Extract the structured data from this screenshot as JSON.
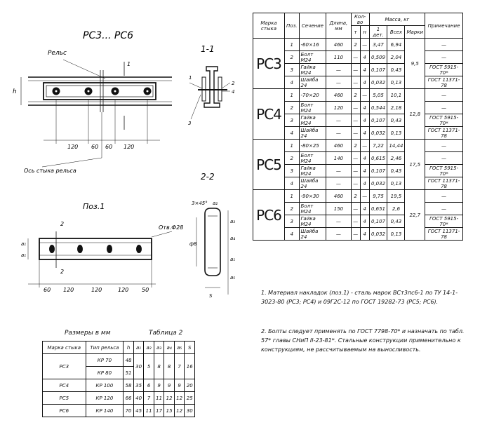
{
  "drawing": {
    "title": "РС3... РС6",
    "rail_label": "Рельс",
    "axis_label": "Ось стыка рельса",
    "dim_h": "h",
    "dim_120a": "120",
    "dim_120b": "120",
    "dim_60a": "60",
    "dim_60b": "60",
    "section_mark": "1",
    "section_11": "1-1",
    "section_22": "2-2",
    "pos1_title": "Поз.1",
    "hole_label": "Отв.Ф28",
    "pos_dims": [
      "60",
      "120",
      "120",
      "120",
      "50"
    ],
    "pos_a1": "a₁",
    "pos_a1b": "a₁",
    "mark2": "2",
    "chamfer": "3×45°",
    "s22_labels": [
      "a₂",
      "a₃",
      "a₄",
      "a₅",
      "a₁",
      "S",
      "ф8"
    ],
    "callouts": [
      "1",
      "2",
      "3",
      "4"
    ]
  },
  "spec_table": {
    "headers": {
      "mark": "Марка стыка",
      "pos": "Поз.",
      "section": "Сечение",
      "length": "Длина, мм",
      "qty": "Кол-во",
      "t": "т",
      "n": "н",
      "mass": "Масса, кг",
      "one": "1 дет.",
      "all": "Всех",
      "marks": "Марки",
      "note": "Примечание"
    },
    "groups": [
      {
        "mark": "РС3",
        "total": "9,5",
        "rows": [
          {
            "pos": "1",
            "section": "-60×16",
            "len": "460",
            "t": "2",
            "n": "—",
            "one": "3,47",
            "all": "6,94",
            "note": "—"
          },
          {
            "pos": "2",
            "section": "Болт М24",
            "len": "110",
            "t": "—",
            "n": "4",
            "one": "0,509",
            "all": "2,04",
            "note": "—"
          },
          {
            "pos": "3",
            "section": "Гайка М24",
            "len": "—",
            "t": "—",
            "n": "4",
            "one": "0,107",
            "all": "0,43",
            "note": "ГОСТ 5915-70*"
          },
          {
            "pos": "4",
            "section": "Шайба 24",
            "len": "—",
            "t": "—",
            "n": "4",
            "one": "0,032",
            "all": "0,13",
            "note": "ГОСТ 11371-78"
          }
        ]
      },
      {
        "mark": "РС4",
        "total": "12,8",
        "rows": [
          {
            "pos": "1",
            "section": "-70×20",
            "len": "460",
            "t": "2",
            "n": "—",
            "one": "5,05",
            "all": "10,1",
            "note": "—"
          },
          {
            "pos": "2",
            "section": "Болт М24",
            "len": "120",
            "t": "—",
            "n": "4",
            "one": "0,544",
            "all": "2,18",
            "note": "—"
          },
          {
            "pos": "3",
            "section": "Гайка М24",
            "len": "—",
            "t": "—",
            "n": "4",
            "one": "0,107",
            "all": "0,43",
            "note": "ГОСТ 5915-70*"
          },
          {
            "pos": "4",
            "section": "Шайба 24",
            "len": "—",
            "t": "—",
            "n": "4",
            "one": "0,032",
            "all": "0,13",
            "note": "ГОСТ 11371-78"
          }
        ]
      },
      {
        "mark": "РС5",
        "total": "17,5",
        "rows": [
          {
            "pos": "1",
            "section": "-80×25",
            "len": "460",
            "t": "2",
            "n": "—",
            "one": "7,22",
            "all": "14,44",
            "note": "—"
          },
          {
            "pos": "2",
            "section": "Болт М24",
            "len": "140",
            "t": "—",
            "n": "4",
            "one": "0,615",
            "all": "2,46",
            "note": "—"
          },
          {
            "pos": "3",
            "section": "Гайка М24",
            "len": "—",
            "t": "—",
            "n": "4",
            "one": "0,107",
            "all": "0,43",
            "note": "ГОСТ 5915-70*"
          },
          {
            "pos": "4",
            "section": "Шайба 24",
            "len": "—",
            "t": "—",
            "n": "4",
            "one": "0,032",
            "all": "0,13",
            "note": "ГОСТ 11371-78"
          }
        ]
      },
      {
        "mark": "РС6",
        "total": "22,7",
        "rows": [
          {
            "pos": "1",
            "section": "-90×30",
            "len": "460",
            "t": "2",
            "n": "—",
            "one": "9,75",
            "all": "19,5",
            "note": "—"
          },
          {
            "pos": "2",
            "section": "Болт М24",
            "len": "150",
            "t": "—",
            "n": "4",
            "one": "0,651",
            "all": "2,6",
            "note": "—"
          },
          {
            "pos": "3",
            "section": "Гайка М24",
            "len": "—",
            "t": "—",
            "n": "4",
            "one": "0,107",
            "all": "0,43",
            "note": "ГОСТ 5915-70*"
          },
          {
            "pos": "4",
            "section": "Шайба 24",
            "len": "—",
            "t": "—",
            "n": "4",
            "one": "0,032",
            "all": "0,13",
            "note": "ГОСТ 11371-78"
          }
        ]
      }
    ]
  },
  "notes": {
    "n1": "1. Материал накладок (поз.1) - сталь марок ВСт3пс6-1 по ТУ 14-1-3023-80 (РС3; РС4) и 09Г2С-12 по ГОСТ 19282-73 (РС5; РС6).",
    "n2": "2. Болты следует применять по ГОСТ 7798-70* и назначать по табл. 57* главы СНиП II-23-81*. Стальные конструкции применительно к конструкциям, не рассчитываемым на выносливость."
  },
  "dims_table": {
    "caption": "Размеры в мм",
    "label": "Таблица 2",
    "headers": [
      "Марка стыка",
      "Тип рельса",
      "h",
      "a₁",
      "a₂",
      "a₃",
      "a₄",
      "a₅",
      "S"
    ],
    "rows": [
      {
        "mark": "РС3",
        "rail": "КР 70",
        "h": "48",
        "a1": "30",
        "a2": "5",
        "a3": "8",
        "a4": "8",
        "a5": "7",
        "s": "16"
      },
      {
        "mark": "",
        "rail": "КР 80",
        "h": "51",
        "a1": "",
        "a2": "",
        "a3": "",
        "a4": "",
        "a5": "",
        "s": ""
      },
      {
        "mark": "РС4",
        "rail": "КР 100",
        "h": "58",
        "a1": "35",
        "a2": "6",
        "a3": "9",
        "a4": "9",
        "a5": "9",
        "s": "20"
      },
      {
        "mark": "РС5",
        "rail": "КР 120",
        "h": "66",
        "a1": "40",
        "a2": "7",
        "a3": "11",
        "a4": "12",
        "a5": "12",
        "s": "25"
      },
      {
        "mark": "РС6",
        "rail": "КР 140",
        "h": "70",
        "a1": "45",
        "a2": "11",
        "a3": "17",
        "a4": "15",
        "a5": "12",
        "s": "30"
      }
    ]
  }
}
